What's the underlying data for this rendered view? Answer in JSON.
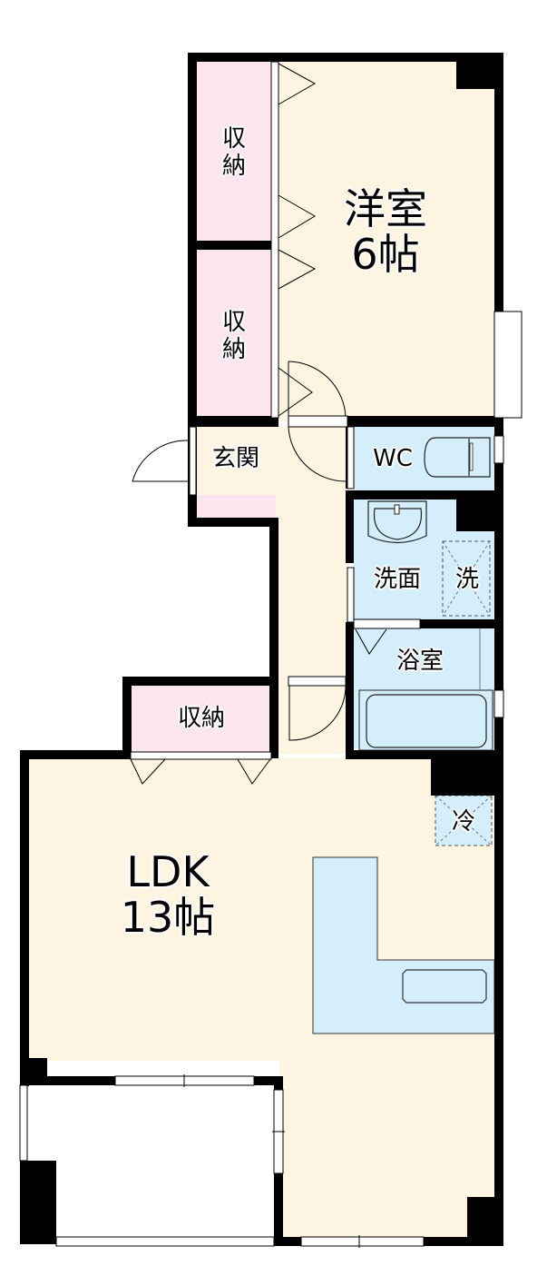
{
  "floorplan": {
    "colors": {
      "wall": "#000000",
      "living_floor": "#fdf5e2",
      "storage_floor": "#fbe6ef",
      "wet_area": "#d4eefb",
      "balcony": "#ffffff"
    },
    "rooms": {
      "western_room": {
        "name": "洋室",
        "size": "6帖"
      },
      "storage_1": {
        "line1": "収",
        "line2": "納"
      },
      "storage_2": {
        "line1": "収",
        "line2": "納"
      },
      "entrance": {
        "name": "玄関"
      },
      "toilet": {
        "name": "WC"
      },
      "washroom": {
        "name": "洗面"
      },
      "washer_space": {
        "name": "洗"
      },
      "bathroom": {
        "name": "浴室"
      },
      "storage_3": {
        "name": "収納"
      },
      "fridge_space": {
        "name": "冷"
      },
      "ldk": {
        "name": "LDK",
        "size": "13帖"
      }
    }
  }
}
